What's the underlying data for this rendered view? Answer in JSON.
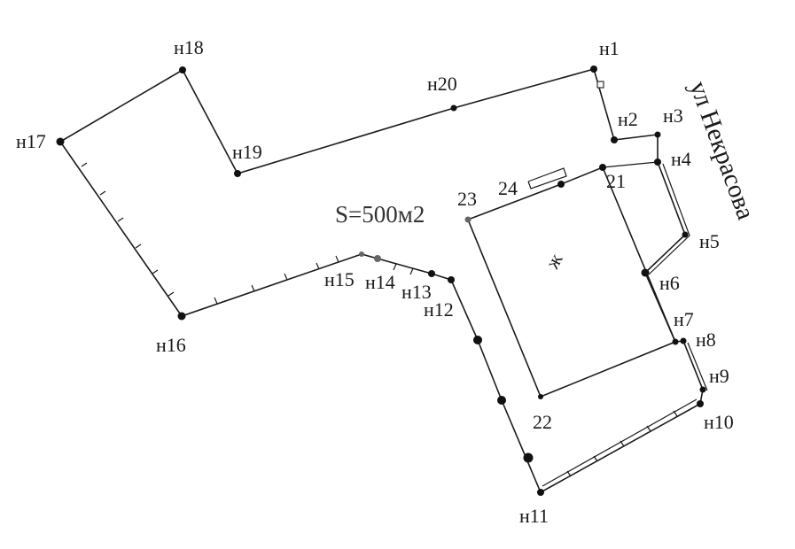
{
  "points": {
    "n1": "н1",
    "n2": "н2",
    "n3": "н3",
    "n4": "н4",
    "n5": "н5",
    "n6": "н6",
    "n7": "н7",
    "n8": "н8",
    "n9": "н9",
    "n10": "н10",
    "n11": "н11",
    "n12": "н12",
    "n13": "н13",
    "n14": "н14",
    "n15": "н15",
    "n16": "н16",
    "n17": "н17",
    "n18": "н18",
    "n19": "н19",
    "n20": "н20"
  },
  "building_points": {
    "p21": "21",
    "p22": "22",
    "p23": "23",
    "p24": "24"
  },
  "area_label": "S=500м2",
  "building_label": "ж",
  "street_label": "ул Некрасова"
}
